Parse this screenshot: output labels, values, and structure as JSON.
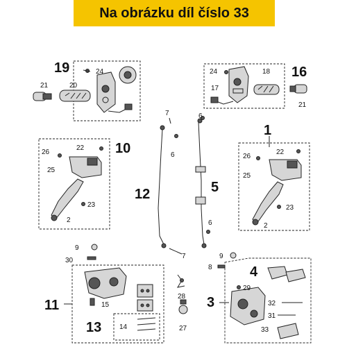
{
  "header": {
    "title": "Na obrázku díl číslo 33",
    "background_color": "#f5c400"
  },
  "callouts": {
    "c19": "19",
    "c24a": "24",
    "c21a": "21",
    "c20": "20",
    "c24b": "24",
    "c16": "16",
    "c17": "17",
    "c18": "18",
    "c21b": "21",
    "c7a": "7",
    "c6a": "6",
    "c6b": "6",
    "c12": "12",
    "c5": "5",
    "c6c": "6",
    "c7b": "7",
    "c26a": "26",
    "c22a": "22",
    "c10": "10",
    "c25a": "25",
    "c23a": "23",
    "c2a": "2",
    "c1": "1",
    "c22b": "22",
    "c26b": "26",
    "c25b": "25",
    "c23b": "23",
    "c2b": "2",
    "c9a": "9",
    "c30": "30",
    "c11": "11",
    "c15": "15",
    "c13": "13",
    "c14": "14",
    "c28": "28",
    "c27": "27",
    "c8": "8",
    "c9b": "9",
    "c4": "4",
    "c29": "29",
    "c3": "3",
    "c32": "32",
    "c31": "31",
    "c33": "33"
  }
}
